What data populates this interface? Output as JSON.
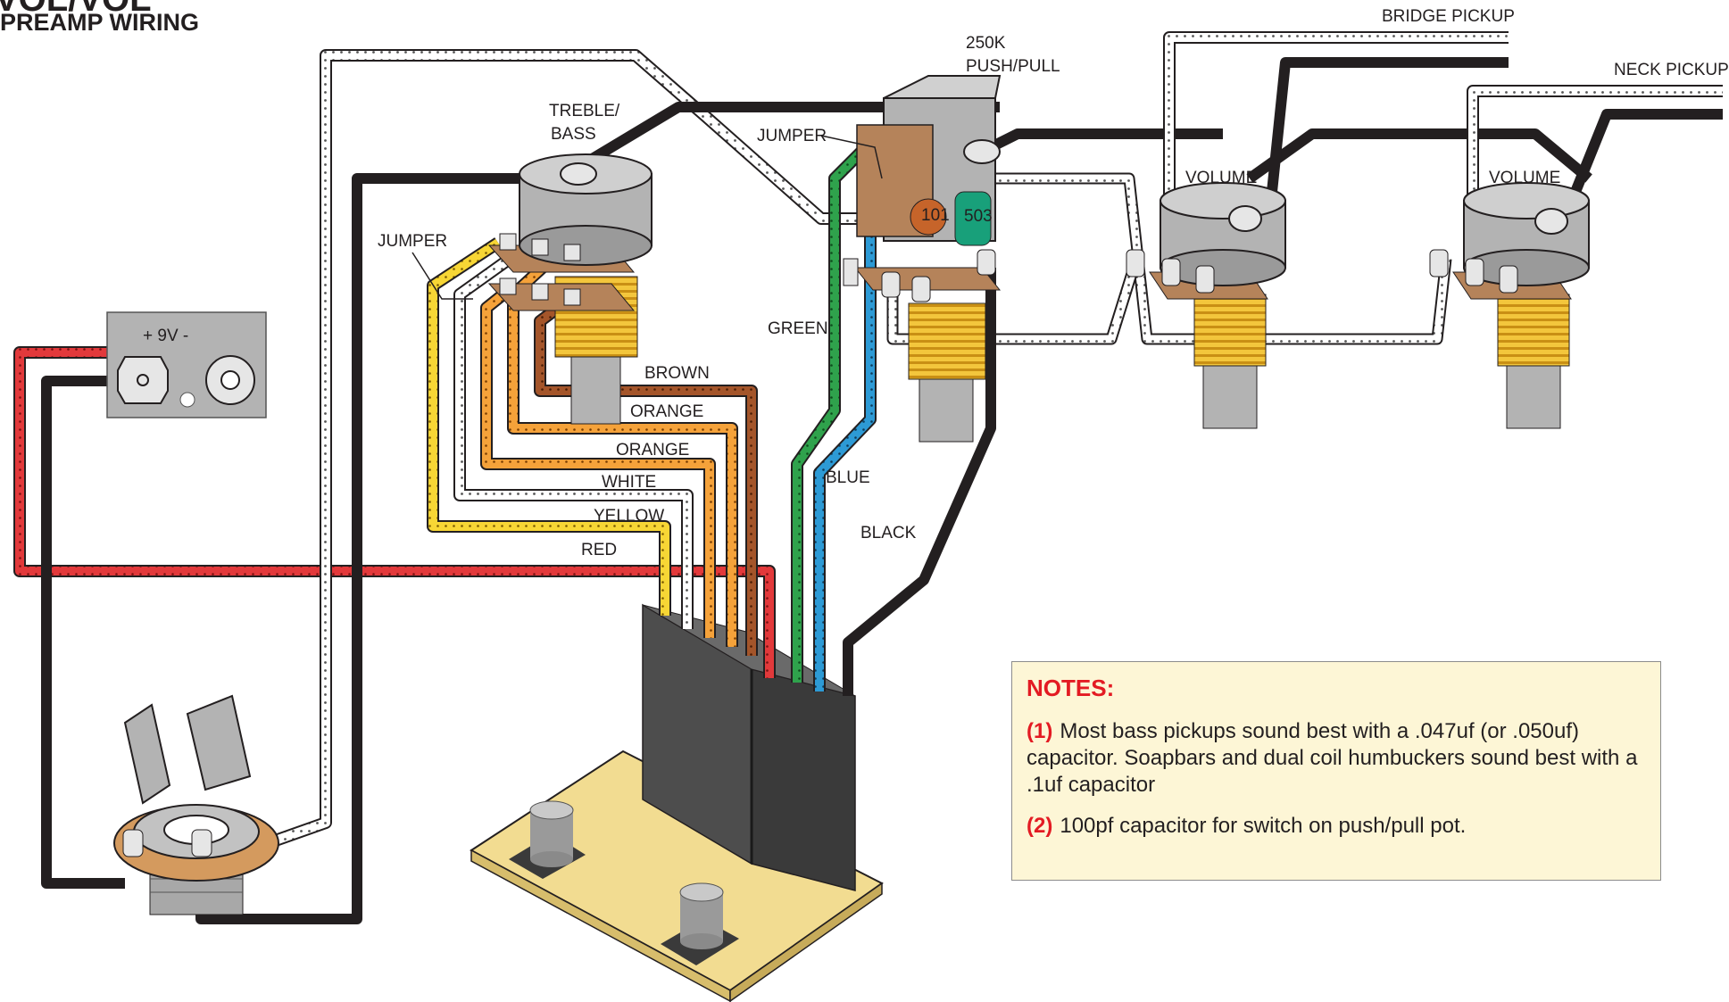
{
  "title": {
    "line1": "VOL/VOL",
    "line2": "PREAMP WIRING"
  },
  "battery": {
    "label": "+ 9V -"
  },
  "components": {
    "treble_bass_line1": "TREBLE/",
    "treble_bass_line2": "BASS",
    "push_pull_line1": "250K",
    "push_pull_line2": "PUSH/PULL",
    "volume_bridge": "VOLUME",
    "volume_neck": "VOLUME",
    "bridge_pickup": "BRIDGE PICKUP",
    "neck_pickup": "NECK PICKUP",
    "jumper_left": "JUMPER",
    "jumper_top": "JUMPER",
    "cap_101": "101",
    "cap_503": "503"
  },
  "wires": {
    "brown": "BROWN",
    "orange1": "ORANGE",
    "orange2": "ORANGE",
    "white": "WHITE",
    "yellow": "YELLOW",
    "red": "RED",
    "green": "GREEN",
    "blue": "BLUE",
    "black": "BLACK"
  },
  "colors": {
    "red": "#e2393b",
    "black": "#231f20",
    "white": "#ffffff",
    "yellow": "#f7d635",
    "orange": "#f5a23a",
    "brown": "#a4552a",
    "green": "#2fa24c",
    "blue": "#2d9ad5",
    "brass": "#f3c63c",
    "pot_grey": "#b3b3b3",
    "board": "#f2dc91",
    "tab_brown": "#b5835a"
  },
  "notes": {
    "heading": "NOTES:",
    "items": [
      {
        "num": "(1)",
        "text": "Most bass pickups sound best with a .047uf (or .050uf) capacitor.  Soapbars and dual coil humbuckers sound best with a .1uf capacitor"
      },
      {
        "num": "(2)",
        "text": "100pf capacitor for switch on push/pull pot."
      }
    ]
  }
}
